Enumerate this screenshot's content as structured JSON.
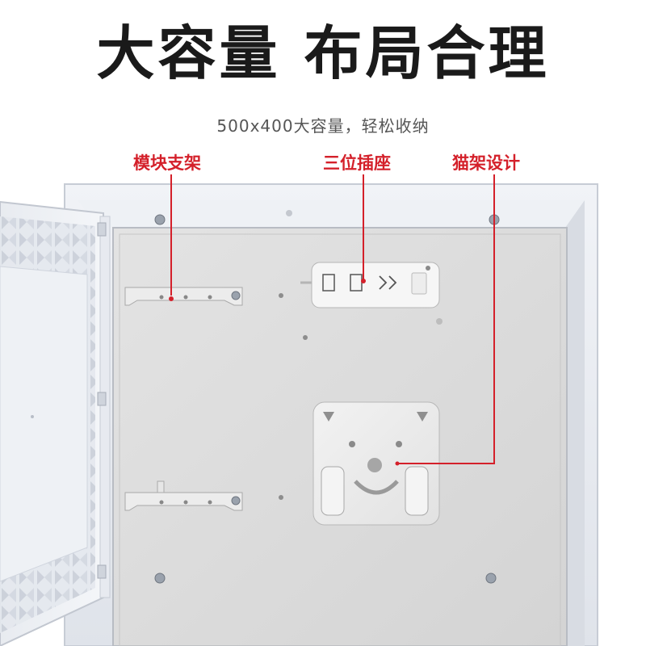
{
  "headline": {
    "text": "大容量 布局合理"
  },
  "subhead": {
    "text": "500x400大容量，轻松收纳"
  },
  "callouts": {
    "module_bracket": "模块支架",
    "triple_socket": "三位插座",
    "modem_mount": "猫架设计"
  },
  "colors": {
    "accent_red": "#d4202a",
    "headline": "#1a1a1a",
    "subhead": "#555555",
    "box_frame": "#e9ecf1",
    "box_interior": "#dcdcdc"
  }
}
